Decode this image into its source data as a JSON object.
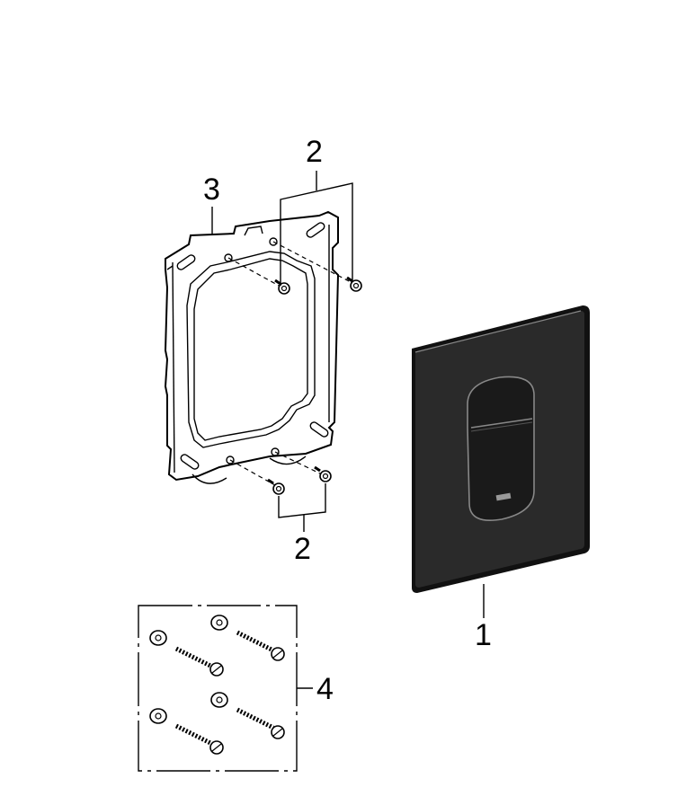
{
  "callouts": {
    "plate": "1",
    "screws_top": "2",
    "screws_bottom": "2",
    "frame": "3",
    "wall_kit": "4"
  },
  "icons": {
    "plate": "flush-plate-icon",
    "frame": "mounting-frame-icon",
    "screw": "screw-icon",
    "wall_plug": "wall-plug-icon",
    "washer": "washer-icon"
  }
}
